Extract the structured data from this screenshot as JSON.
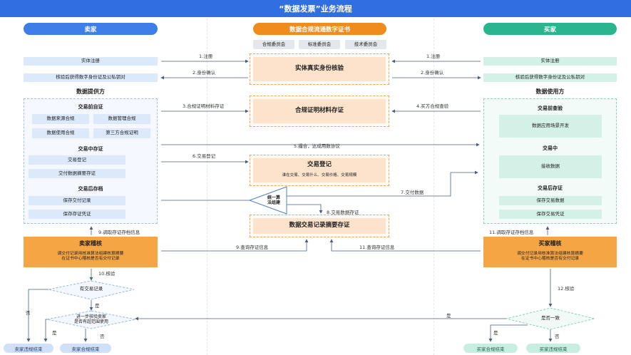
{
  "title": "“数据发票”业务流程",
  "lanes": {
    "seller": "卖家",
    "center": "数据合规流通数字证书",
    "buyer": "买家"
  },
  "committees": [
    "合规委员会",
    "标准委员会",
    "技术委员会"
  ],
  "center_boxes": {
    "identity": "实体真实身份核验",
    "compliance": "合规证明材料存证",
    "trade_title": "交易登记",
    "trade_sub": "谁在交易、交易什么、交易价格、交易规模",
    "record": "数据交易记录摘要存证",
    "algo": "统一算\n法组建"
  },
  "seller": {
    "register": "实体注册",
    "keys": "核验后获得数字身份证及公私钥对",
    "provider": "数据提供方",
    "pre_title": "交易前自证",
    "pre_items": [
      "数据来源合规",
      "数据管理合规",
      "数据使用合规",
      "第三方合规证明"
    ],
    "mid_title": "交易中存证",
    "mid_items": [
      "交易登记",
      "交付数据摘要存证"
    ],
    "post_title": "交易后存档",
    "post_items": [
      "保存交付记录",
      "保存存证凭证"
    ],
    "audit_title": "卖家稽核",
    "audit_text": "调交付记录用核准算法组建核算摘要\n在证书中心稽核是否有交付记录",
    "decision1": "有交易记录",
    "decision2": "进一步核验卖家\n是否有超范围使用",
    "end_bad": "卖家违规结束",
    "end_good": "卖家合规结束"
  },
  "buyer": {
    "register": "实体注册",
    "keys": "核验后获得数字身份证及公私钥对",
    "user": "数据使用方",
    "pre_title": "交易前查验",
    "pre_item": "数据应用场景开发",
    "mid_title": "交易中",
    "mid_item": "接收数据",
    "post_title": "交易后存证",
    "post_items": [
      "保存交易数据",
      "保存交易凭证"
    ],
    "audit_title": "买家稽核",
    "audit_text": "调交付记录用核准算法组建核算摘要\n在证书中心稽核是否有交付记录",
    "decision": "是否一致",
    "end_good": "买家合规结束",
    "end_bad": "买家违规结束"
  },
  "arrows": {
    "a1": "1.注册",
    "a2": "2.身份确认",
    "a3": "3.合规证明材料存证",
    "a4": "4.买方合规查验",
    "a5": "5.撮合，达成用数协议",
    "a6": "6.交易登记",
    "a7": "7.交付数据",
    "a8": "8.交易数据存证",
    "a9a": "9.调取存证存档信息",
    "a9b": "9.查询存证信息",
    "a10": "10.核验",
    "a11a": "11.调取存证存档信息",
    "a11b": "11.查询存证信息",
    "a12": "12.核验"
  },
  "flow_labels": {
    "yes": "是",
    "no": "否"
  },
  "colors": {
    "title": "#2f6fe0",
    "seller": "#3d7ee8",
    "center": "#f08c1e",
    "buyer": "#2bb58f"
  }
}
